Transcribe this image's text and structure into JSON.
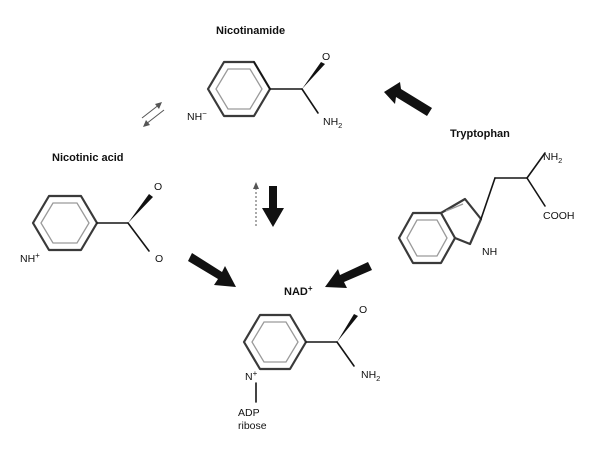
{
  "compounds": {
    "nicotinamide": {
      "name": "Nicotinamide",
      "ring_n": "NH",
      "ring_charge": "−",
      "carbonyl_o": "O",
      "amide_n": "NH",
      "amide_sub": "2"
    },
    "nicotinic_acid": {
      "name": "Nicotinic acid",
      "ring_n": "NH",
      "ring_charge": "+",
      "carbonyl_o": "O",
      "hydroxyl_o": "O"
    },
    "tryptophan": {
      "name": "Tryptophan",
      "amine_n": "NH",
      "amine_sub": "2",
      "acid": "COOH",
      "indole_nh": "NH"
    },
    "nad": {
      "name": "NAD",
      "name_sup": "+",
      "ring_n": "N",
      "ring_charge": "+",
      "carbonyl_o": "O",
      "amide_n": "NH",
      "amide_sub": "2",
      "substituent_line1": "ADP",
      "substituent_line2": "ribose"
    }
  },
  "arrows": [
    {
      "from": "tryptophan",
      "to": "nicotinamide",
      "style": "bold"
    },
    {
      "from": "nicotinamide",
      "to": "nad",
      "style": "bold"
    },
    {
      "from": "nad",
      "to": "nicotinamide",
      "style": "thin-dotted"
    },
    {
      "from": "nicotinic_acid",
      "to": "nad",
      "style": "bold"
    },
    {
      "from": "tryptophan",
      "to": "nad",
      "style": "bold"
    },
    {
      "from": "nicotinamide",
      "to": "nicotinic_acid",
      "style": "reversible-thin"
    }
  ],
  "colors": {
    "ink": "#111111",
    "ring_inner": "#9a9a9a",
    "background": "#ffffff"
  }
}
